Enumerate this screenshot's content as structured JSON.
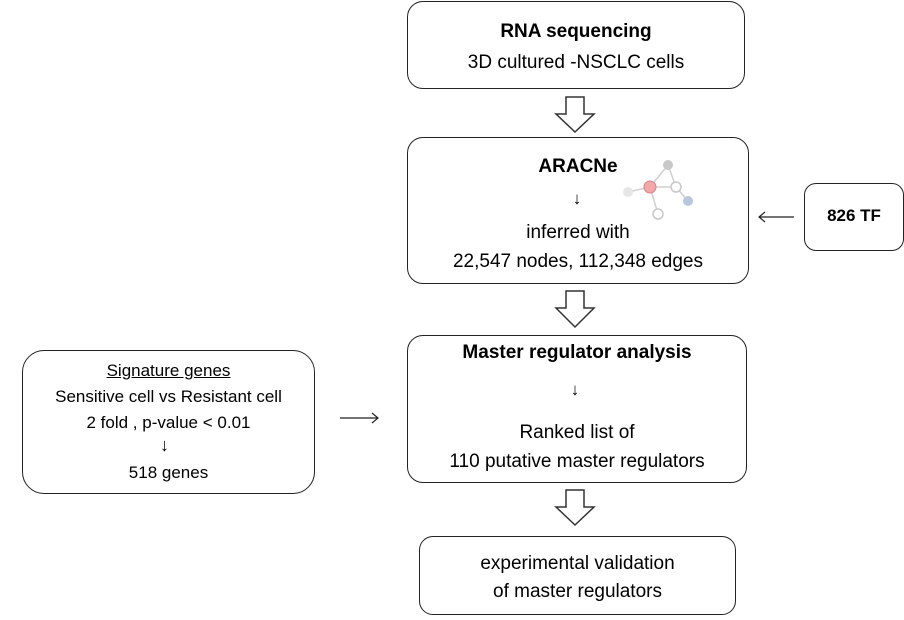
{
  "rna_box": {
    "title": "RNA sequencing",
    "subtitle": "3D cultured -NSCLC cells"
  },
  "aracne_box": {
    "title": "ARACNe",
    "line1": "inferred with",
    "line2": "22,547 nodes, 112,348 edges"
  },
  "tf_box": {
    "label": "826 TF"
  },
  "mra_box": {
    "title": "Master regulator analysis",
    "line1": "Ranked list of",
    "line2": "110 putative master regulators"
  },
  "signature_box": {
    "title": "Signature genes",
    "line1": "Sensitive cell vs Resistant cell",
    "line2": "2 fold , p-value < 0.01",
    "line3": "518 genes"
  },
  "validation_box": {
    "line1": "experimental validation",
    "line2": "of master regulators"
  },
  "colors": {
    "node_red": "#f0a8a8",
    "node_gray": "#c8c8c8",
    "node_blue": "#b8c8dc",
    "edge": "#d0d0d0",
    "border": "#222222"
  },
  "icons": [
    "down-arrow-icon",
    "block-down-arrow-icon",
    "left-arrow-icon",
    "right-arrow-icon",
    "network-icon"
  ]
}
